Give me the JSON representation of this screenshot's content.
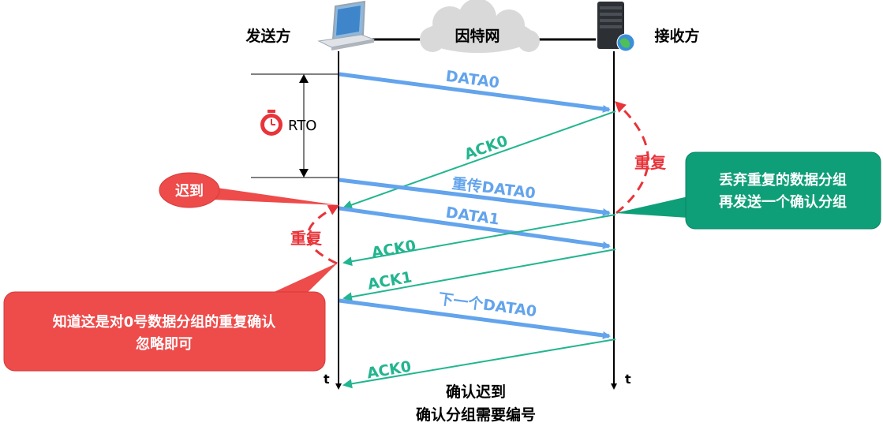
{
  "sender": {
    "label": "发送方"
  },
  "receiver": {
    "label": "接收方"
  },
  "network": {
    "label": "因特网"
  },
  "timer": {
    "label": "RTO"
  },
  "time_axis": {
    "sender_label": "t",
    "receiver_label": "t"
  },
  "messages": [
    {
      "text": "DATA0",
      "direction": "to-receiver",
      "type": "data"
    },
    {
      "text": "ACK0",
      "direction": "to-sender",
      "type": "ack"
    },
    {
      "text": "重传DATA0",
      "direction": "to-receiver",
      "type": "data"
    },
    {
      "text": "DATA1",
      "direction": "to-receiver",
      "type": "data"
    },
    {
      "text": "ACK0",
      "direction": "to-sender",
      "type": "ack"
    },
    {
      "text": "ACK1",
      "direction": "to-sender",
      "type": "ack"
    },
    {
      "text": "下一个DATA0",
      "direction": "to-receiver",
      "type": "data"
    },
    {
      "text": "ACK0",
      "direction": "to-sender",
      "type": "ack"
    }
  ],
  "annotations": {
    "late": "迟到",
    "duplicate_sender": "重复",
    "duplicate_receiver": "重复",
    "receiver_note": [
      "丢弃重复的数据分组",
      "再发送一个确认分组"
    ],
    "sender_note": [
      "知道这是对0号数据分组的重复确认",
      "忽略即可"
    ]
  },
  "caption": [
    "确认迟到",
    "确认分组需要编号"
  ],
  "colors": {
    "data_arrow": "#63a4ec",
    "ack_arrow": "#22b58f",
    "duplicate_marker": "#e8343a",
    "late_callout": "#ee4b4b",
    "receiver_callout": "#0f9f78",
    "network_cloud": "#d9d9d9"
  },
  "icons": {
    "sender": "laptop-icon",
    "receiver": "server-icon",
    "timer": "stopwatch-icon",
    "network": "cloud-icon"
  }
}
